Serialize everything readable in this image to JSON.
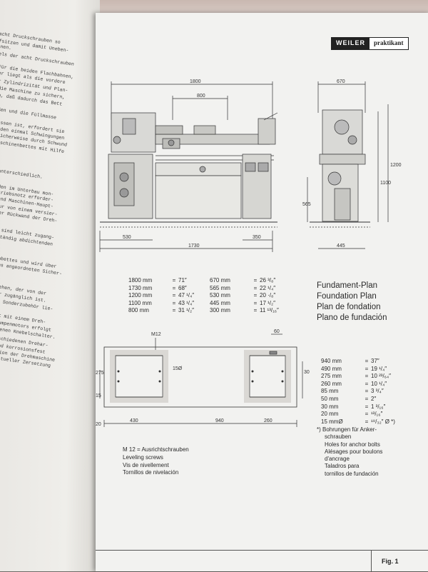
{
  "back_page_lines": [
    "acht Druckschrauben so",
    "fsitzen und damit Uneben-",
    "nen.",
    "els der acht Druckschrauben",
    "Für die beiden Flachbahnen,",
    "er liegt als die vordere",
    "r Zylindrizität und Plan-",
    "die Maschine zu sichern,",
    "n, daß dadurch das Bett",
    "ßen und die Füllmasse",
    "ossen ist, erfordert sie",
    "zden einmal Schwingungen",
    "sicherweise durch Schwund",
    "aschinenbettes mit Hilfe",
    "unterschiedlich.",
    "den im Unterbau mon-",
    "triebsnotz erforder-",
    "und Maschinen-Haupt-",
    "nur von einem versier-",
    "der Rückwand der Dreh-",
    ", sind leicht zugang-",
    "ständig abdichtenden",
    "enbettes und wird über",
    "ens angeordneten Sicher-",
    "sehen, der von der",
    "ür zugänglich ist.",
    "ls Sonderzubehör lie-",
    "st mit einem Dreh-",
    "Pumpenmotors erfolgt",
    "ssenen Knebelschalter.",
    "rschiedenen Drehar-",
    "und korrosionsfest",
    "ktion der Drehmaschine",
    "entueller Zersetzung"
  ],
  "logo": {
    "brand": "WEILER",
    "model": "praktikant"
  },
  "drawing_dims": {
    "top_overall": "1800",
    "top_inner": "800",
    "bottom_left": "530",
    "bottom_total": "1730",
    "bottom_right": "350",
    "side_top": "670",
    "side_v1": "1200",
    "side_v2": "1100",
    "side_v3": "565",
    "side_bottom": "445",
    "plan_m12": "M12",
    "plan_60": "60",
    "plan_275": "275",
    "plan_15": "15",
    "plan_15b": "15Ø",
    "plan_20": "20",
    "plan_430": "430",
    "plan_940": "940",
    "plan_260": "260",
    "plan_30": "30"
  },
  "conversions_left": [
    {
      "mm": "1800 mm",
      "in": "71″"
    },
    {
      "mm": "1730 mm",
      "in": "68″"
    },
    {
      "mm": "1200 mm",
      "in": "47 ¹/₄″"
    },
    {
      "mm": "1100 mm",
      "in": "43 ¹/₄″"
    },
    {
      "mm": "800 mm",
      "in": "31 ¹/₂″"
    }
  ],
  "conversions_right": [
    {
      "mm": "670 mm",
      "in": "26 ³/₈″"
    },
    {
      "mm": "565 mm",
      "in": "22 ¹/₄″"
    },
    {
      "mm": "530 mm",
      "in": "20 ·/₈″"
    },
    {
      "mm": "445 mm",
      "in": "17 ¹/₂″"
    },
    {
      "mm": "300 mm",
      "in": "11 ¹³/₁₆″"
    }
  ],
  "fundament_titles": [
    "Fundament-Plan",
    "Foundation Plan",
    "Plan de fondation",
    "Plano de fundación"
  ],
  "conversions_plan": [
    {
      "mm": "940 mm",
      "in": "37″"
    },
    {
      "mm": "490 mm",
      "in": "19 ¹/₄″"
    },
    {
      "mm": "275 mm",
      "in": "10 ²³/₆₄″"
    },
    {
      "mm": "260 mm",
      "in": "10 ¹/₄″"
    },
    {
      "mm": "85 mm",
      "in": "3 ³/₄″"
    },
    {
      "mm": "50 mm",
      "in": "2″"
    },
    {
      "mm": "30 mm",
      "in": "1 ³/₁₆″"
    },
    {
      "mm": "20 mm",
      "in": "¹³/₁₆″"
    },
    {
      "mm": "15 mmØ",
      "in": "¹⁹/₃₂″ Ø *)"
    }
  ],
  "legend": [
    "M 12 = Ausrichtschrauben",
    "Leveling screws",
    "Vis de nivellement",
    "Tornillos de nivelación"
  ],
  "holes_note": [
    "*) Bohrungen für Anker-",
    "schrauben",
    "Holes for anchor bolts",
    "Alésages pour boulons",
    "d'ancrage",
    "Taladros para",
    "tornillos de fundación"
  ],
  "figure_label": "Fig. 1"
}
